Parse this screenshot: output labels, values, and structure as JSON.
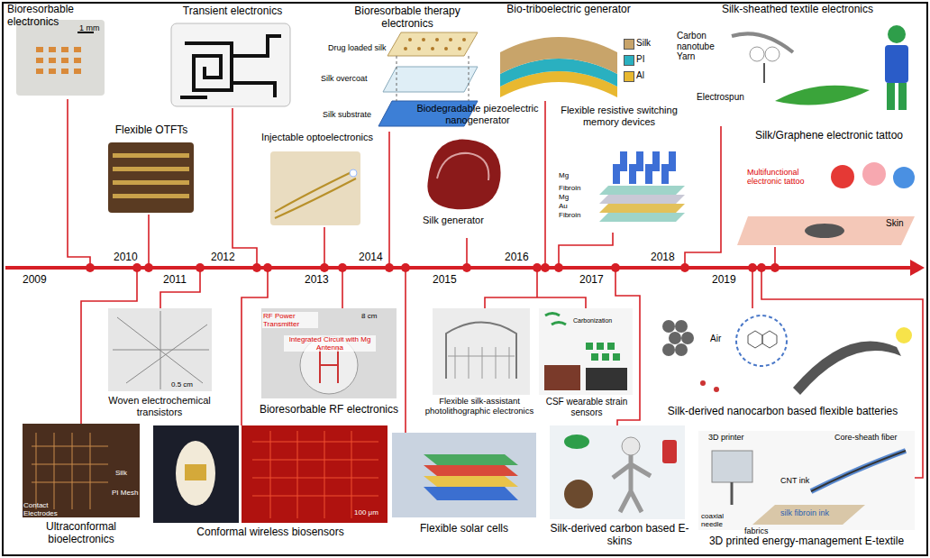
{
  "diagram": {
    "nodes": [
      {
        "text": [
          "Bioresorbable electronics",
          "1 mm"
        ]
      },
      {
        "text": [
          "Flexible OTFTs"
        ]
      },
      {
        "text": [
          "Transient electronics"
        ]
      },
      {
        "text": [
          "Injectable optoelectronics"
        ]
      },
      {
        "text": [
          "Bioresorbable therapy electronics",
          "Drug loaded silk",
          "Silk overcoat",
          "Silk substrate"
        ]
      },
      {
        "text": [
          "Bio-triboelectric generator"
        ]
      },
      {
        "text": [
          "Biodegradable piezoelectric nanogenerator",
          "Silk generator"
        ]
      },
      {
        "text": [
          "Flexible resistive switching memory devices",
          "Mg",
          "Fibroin",
          "Mg",
          "Au",
          "Fibroin"
        ]
      },
      {
        "text": [
          "Silk-sheathed textile electronics",
          "Carbon nanotube Yarn",
          "Electrospun"
        ]
      },
      {
        "text": [
          "Silk/Graphene electronic tattoo",
          "Multifunctional electronic tattoo",
          "Skin"
        ]
      },
      {
        "text": [
          "Woven electrochemical transistors",
          "0.5 cm"
        ]
      },
      {
        "text": [
          "Ultraconformal bioelectronics",
          "Contact Electrodes",
          "Silk",
          "PI Mesh"
        ]
      },
      {
        "text": [
          "Conformal wireless biosensors",
          "100 μm"
        ]
      },
      {
        "text": [
          "Bioresorbable RF electronics",
          "RF Power Transmitter",
          "8 cm",
          "Integrated Circuit with Mg Antenna"
        ]
      },
      {
        "text": [
          "Flexible solar cells"
        ]
      },
      {
        "text": [
          "Flexible silk-assistant photolithographic electronics"
        ]
      },
      {
        "text": [
          "CSF wearable strain sensors",
          "Carbonization"
        ]
      },
      {
        "text": [
          "Silk-derived carbon based E-skins"
        ]
      },
      {
        "text": [
          "Silk-derived nanocarbon based flexible batteries",
          "Air"
        ]
      },
      {
        "text": [
          "3D printed energy-management E-textile",
          "3D printer",
          "Core-sheath fiber",
          "CNT ink",
          "silk fibroin ink",
          "fabrics",
          "coaxial needle"
        ]
      }
    ],
    "labels": [
      "2009",
      "2010",
      "2011",
      "2012",
      "2013",
      "2014",
      "2015",
      "2016",
      "2017",
      "2018",
      "2019"
    ],
    "legend": [
      {
        "text": "Silk",
        "color": "#c8a46a"
      },
      {
        "text": "PI",
        "color": "#2ab0c0"
      },
      {
        "text": "Al",
        "color": "#e8b830"
      }
    ]
  }
}
